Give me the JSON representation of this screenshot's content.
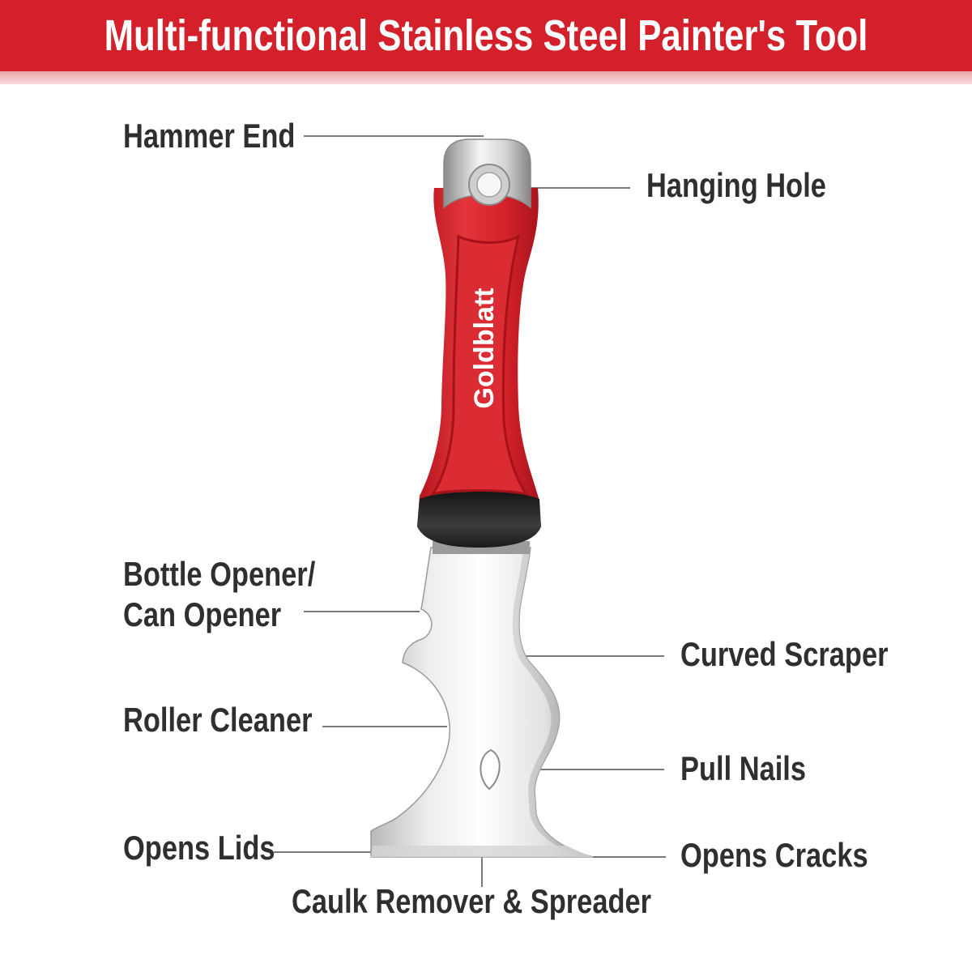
{
  "header": {
    "title": "Multi-functional Stainless Steel Painter's Tool"
  },
  "tool": {
    "brand_logo": "Goldblatt"
  },
  "callouts": {
    "hammer_end": "Hammer End",
    "hanging_hole": "Hanging Hole",
    "bottle_opener_line1": "Bottle Opener/",
    "bottle_opener_line2": "Can Opener",
    "curved_scraper": "Curved Scraper",
    "roller_cleaner": "Roller Cleaner",
    "pull_nails": "Pull Nails",
    "opens_lids": "Opens Lids",
    "opens_cracks": "Opens Cracks",
    "caulk_remover": "Caulk Remover & Spreader"
  },
  "colors": {
    "header_red": "#d3202a",
    "handle_red": "#d8232c",
    "bumper_black": "#2a2a2a",
    "steel": "#e6e6e6",
    "label_text": "#2f2f2f",
    "leader_line": "#7a7a7a"
  }
}
